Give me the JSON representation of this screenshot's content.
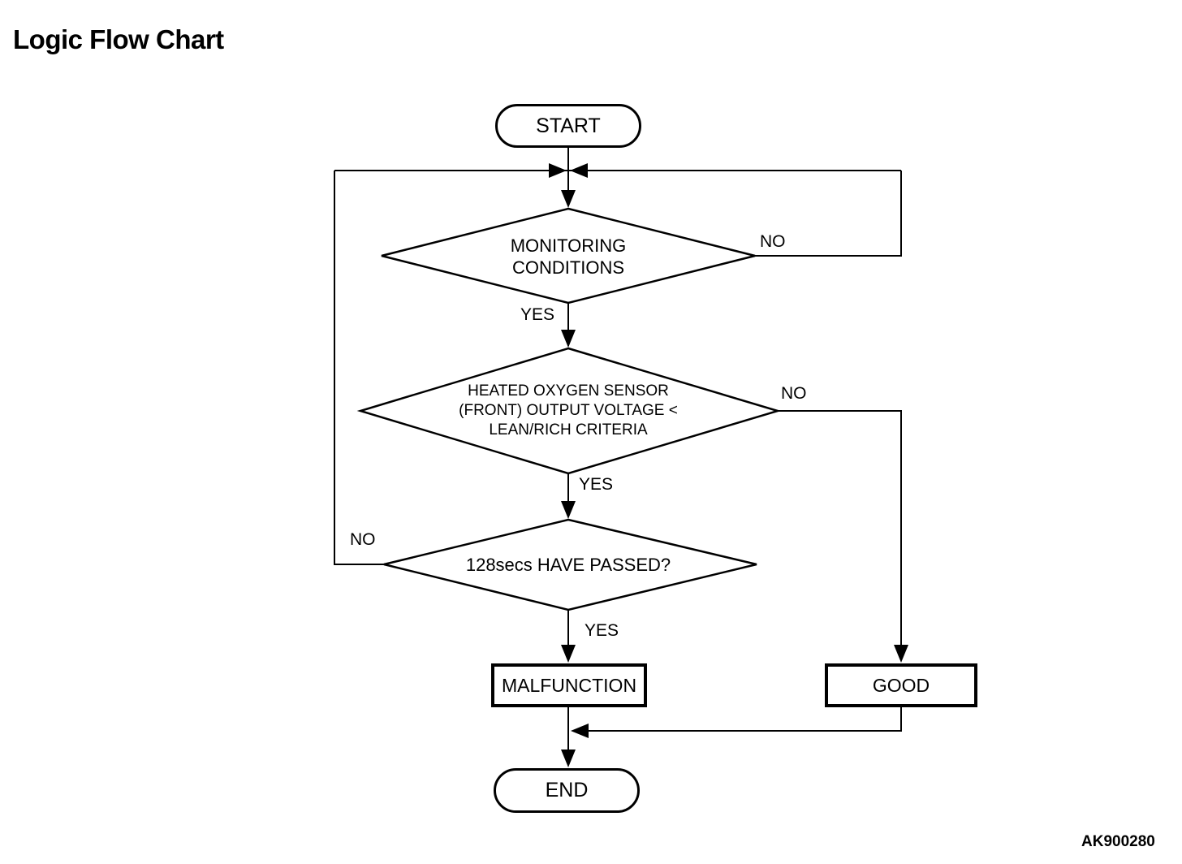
{
  "page": {
    "title": "Logic Flow Chart",
    "figure_code": "AK900280"
  },
  "colors": {
    "background": "#ffffff",
    "line": "#000000",
    "text": "#000000"
  },
  "flowchart": {
    "nodes": {
      "start": {
        "type": "terminator",
        "label": "START"
      },
      "monitoring": {
        "type": "decision",
        "lines": [
          "MONITORING",
          "CONDITIONS"
        ]
      },
      "oxygen": {
        "type": "decision",
        "lines": [
          "HEATED OXYGEN SENSOR",
          "(FRONT) OUTPUT VOLTAGE <",
          "LEAN/RICH CRITERIA"
        ]
      },
      "timer": {
        "type": "decision",
        "lines": [
          "128secs HAVE PASSED?"
        ]
      },
      "malfunction": {
        "type": "process",
        "label": "MALFUNCTION"
      },
      "good": {
        "type": "process",
        "label": "GOOD"
      },
      "end": {
        "type": "terminator",
        "label": "END"
      }
    },
    "edge_labels": {
      "monitoring_yes": "YES",
      "monitoring_no": "NO",
      "oxygen_yes": "YES",
      "oxygen_no": "NO",
      "timer_yes": "YES",
      "timer_no": "NO"
    },
    "edges": [
      {
        "from": "start",
        "to": "monitoring",
        "label": ""
      },
      {
        "from": "monitoring",
        "to": "oxygen",
        "label": "YES"
      },
      {
        "from": "monitoring",
        "to": "loop-junction",
        "label": "NO"
      },
      {
        "from": "oxygen",
        "to": "timer",
        "label": "YES"
      },
      {
        "from": "oxygen",
        "to": "good",
        "label": "NO"
      },
      {
        "from": "timer",
        "to": "malfunction",
        "label": "YES"
      },
      {
        "from": "timer",
        "to": "loop-junction",
        "label": "NO"
      },
      {
        "from": "malfunction",
        "to": "end",
        "label": ""
      },
      {
        "from": "good",
        "to": "end",
        "label": ""
      }
    ]
  }
}
